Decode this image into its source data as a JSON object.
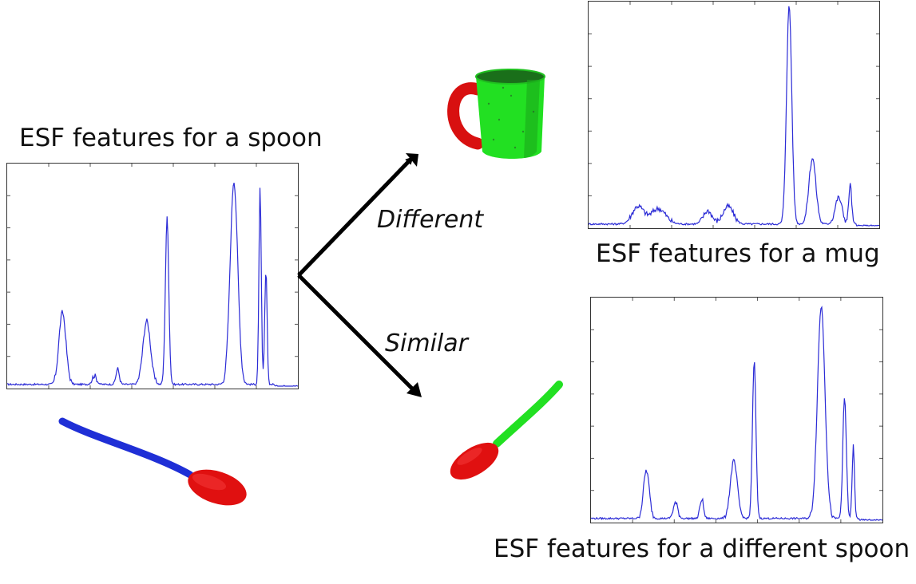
{
  "captions": {
    "spoon": "ESF features for a spoon",
    "mug": "ESF features for a mug",
    "spoon2": "ESF features for a different spoon"
  },
  "arrows": {
    "top": "Different",
    "bottom": "Similar"
  },
  "colors": {
    "curve": "#2b2bd6",
    "arrow": "#000000",
    "spoon_handle": "#1f2fd6",
    "spoon_bowl": "#e01010",
    "spoon2_handle": "#22e022",
    "mug_body": "#22e022",
    "mug_handle": "#e01010"
  },
  "chart_data": [
    {
      "type": "line",
      "caption_ref": "spoon",
      "ylim": [
        0,
        1
      ],
      "series": [
        {
          "peaks": [
            [
              0.19,
              0.33,
              0.012
            ],
            [
              0.3,
              0.04,
              0.008
            ],
            [
              0.38,
              0.07,
              0.006
            ],
            [
              0.48,
              0.29,
              0.013
            ],
            [
              0.55,
              0.76,
              0.006
            ],
            [
              0.78,
              0.93,
              0.013
            ],
            [
              0.87,
              0.9,
              0.004
            ],
            [
              0.89,
              0.52,
              0.004
            ]
          ]
        }
      ]
    },
    {
      "type": "line",
      "caption_ref": "mug",
      "ylim": [
        0,
        1
      ],
      "series": [
        {
          "peaks": [
            [
              0.17,
              0.08,
              0.02
            ],
            [
              0.24,
              0.07,
              0.025
            ],
            [
              0.41,
              0.06,
              0.015
            ],
            [
              0.48,
              0.08,
              0.018
            ],
            [
              0.69,
              0.99,
              0.009
            ],
            [
              0.77,
              0.3,
              0.012
            ],
            [
              0.86,
              0.12,
              0.012
            ],
            [
              0.9,
              0.18,
              0.005
            ]
          ]
        }
      ]
    },
    {
      "type": "line",
      "caption_ref": "spoon2",
      "ylim": [
        0,
        1
      ],
      "series": [
        {
          "peaks": [
            [
              0.19,
              0.22,
              0.01
            ],
            [
              0.29,
              0.07,
              0.008
            ],
            [
              0.38,
              0.09,
              0.006
            ],
            [
              0.49,
              0.26,
              0.012
            ],
            [
              0.56,
              0.72,
              0.006
            ],
            [
              0.79,
              0.97,
              0.013
            ],
            [
              0.87,
              0.55,
              0.006
            ],
            [
              0.9,
              0.33,
              0.004
            ]
          ]
        }
      ]
    }
  ]
}
